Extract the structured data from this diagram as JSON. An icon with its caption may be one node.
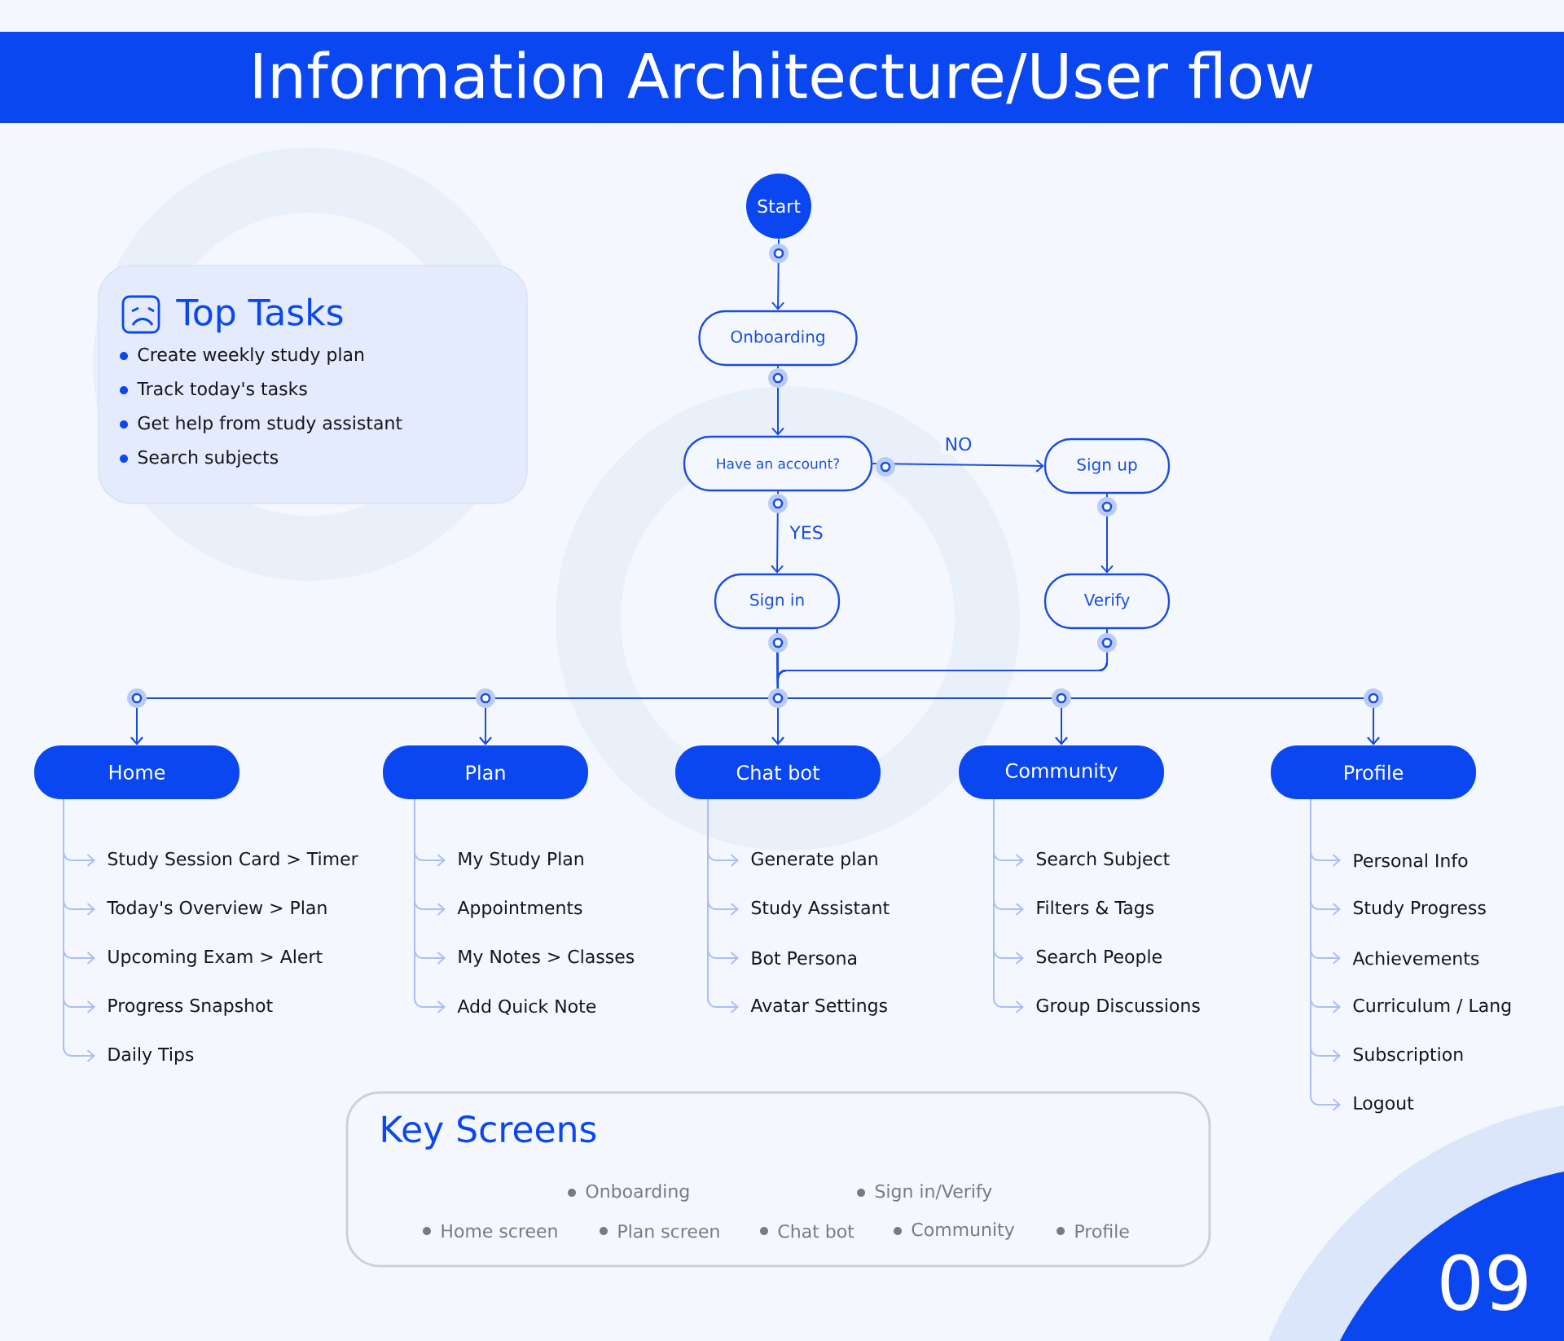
{
  "diagram": {
    "title": "Information Architecture/User flow",
    "nodes": [
      {
        "text": [
          "Top Tasks",
          "Create weekly study plan",
          "Track today's tasks",
          "Get help from study assistant",
          "Search subjects"
        ]
      },
      {
        "text": [
          "Start"
        ]
      },
      {
        "text": [
          "Onboarding"
        ]
      },
      {
        "text": [
          "Have an account?"
        ]
      },
      {
        "text": [
          "Sign up"
        ]
      },
      {
        "text": [
          "Sign in"
        ]
      },
      {
        "text": [
          "Verify"
        ]
      },
      {
        "text": [
          "Home"
        ]
      },
      {
        "text": [
          "Plan"
        ]
      },
      {
        "text": [
          "Chat bot"
        ]
      },
      {
        "text": [
          "Community"
        ]
      },
      {
        "text": [
          "Profile"
        ]
      },
      {
        "text": [
          "Study Session Card > Timer"
        ]
      },
      {
        "text": [
          "Today's Overview > Plan"
        ]
      },
      {
        "text": [
          "Upcoming Exam > Alert"
        ]
      },
      {
        "text": [
          "Progress Snapshot"
        ]
      },
      {
        "text": [
          "Daily Tips"
        ]
      },
      {
        "text": [
          "My Study Plan"
        ]
      },
      {
        "text": [
          "Appointments"
        ]
      },
      {
        "text": [
          "My Notes > Classes"
        ]
      },
      {
        "text": [
          "Add Quick Note"
        ]
      },
      {
        "text": [
          "Generate plan"
        ]
      },
      {
        "text": [
          "Study Assistant"
        ]
      },
      {
        "text": [
          "Bot Persona"
        ]
      },
      {
        "text": [
          "Avatar Settings"
        ]
      },
      {
        "text": [
          "Search Subject"
        ]
      },
      {
        "text": [
          "Filters & Tags"
        ]
      },
      {
        "text": [
          "Search People"
        ]
      },
      {
        "text": [
          "Group Discussions"
        ]
      },
      {
        "text": [
          "Personal Info"
        ]
      },
      {
        "text": [
          "Study Progress"
        ]
      },
      {
        "text": [
          "Achievements"
        ]
      },
      {
        "text": [
          "Curriculum / Lang"
        ]
      },
      {
        "text": [
          "Subscription"
        ]
      },
      {
        "text": [
          "Logout"
        ]
      },
      {
        "text": [
          "Key Screens",
          "Onboarding",
          "Sign in/Verify",
          "Home screen",
          "Plan screen",
          "Chat bot",
          "Community",
          "Profile"
        ]
      },
      {
        "text": [
          "09"
        ]
      }
    ],
    "edges": [
      {
        "from": 1,
        "to": 2,
        "arrow": "to",
        "color": "#1a4de0"
      },
      {
        "from": 2,
        "to": 3,
        "arrow": "to",
        "color": "#1a4de0"
      },
      {
        "from": 3,
        "to": 4,
        "arrow": "to",
        "label": "NO",
        "color": "#1a4de0"
      },
      {
        "from": 3,
        "to": 5,
        "arrow": "to",
        "label": "YES",
        "color": "#1a4de0"
      },
      {
        "from": 4,
        "to": 6,
        "arrow": "to",
        "color": "#1a4de0"
      },
      {
        "from": 5,
        "to": 7,
        "arrow": "to",
        "color": "#1a4de0"
      },
      {
        "from": 5,
        "to": 8,
        "arrow": "to",
        "color": "#1a4de0"
      },
      {
        "from": 5,
        "to": 9,
        "arrow": "to",
        "color": "#1a4de0"
      },
      {
        "from": 5,
        "to": 10,
        "arrow": "to",
        "color": "#1a4de0"
      },
      {
        "from": 5,
        "to": 11,
        "arrow": "to",
        "color": "#1a4de0"
      },
      {
        "from": 6,
        "to": 7,
        "arrow": "to",
        "color": "#1a4de0"
      },
      {
        "from": 6,
        "to": 8,
        "arrow": "to",
        "color": "#1a4de0"
      },
      {
        "from": 6,
        "to": 9,
        "arrow": "to",
        "color": "#1a4de0"
      },
      {
        "from": 6,
        "to": 10,
        "arrow": "to",
        "color": "#1a4de0"
      },
      {
        "from": 6,
        "to": 11,
        "arrow": "to",
        "color": "#1a4de0"
      },
      {
        "from": 7,
        "to": 12,
        "arrow": "to"
      },
      {
        "from": 7,
        "to": 13,
        "arrow": "to"
      },
      {
        "from": 7,
        "to": 14,
        "arrow": "to"
      },
      {
        "from": 7,
        "to": 15,
        "arrow": "to"
      },
      {
        "from": 7,
        "to": 16,
        "arrow": "to"
      },
      {
        "from": 8,
        "to": 17,
        "arrow": "to"
      },
      {
        "from": 8,
        "to": 18,
        "arrow": "to"
      },
      {
        "from": 8,
        "to": 19,
        "arrow": "to"
      },
      {
        "from": 8,
        "to": 20,
        "arrow": "to"
      },
      {
        "from": 9,
        "to": 21,
        "arrow": "to"
      },
      {
        "from": 9,
        "to": 22,
        "arrow": "to"
      },
      {
        "from": 9,
        "to": 23,
        "arrow": "to"
      },
      {
        "from": 9,
        "to": 24,
        "arrow": "to"
      },
      {
        "from": 10,
        "to": 25,
        "arrow": "to"
      },
      {
        "from": 10,
        "to": 26,
        "arrow": "to"
      },
      {
        "from": 10,
        "to": 27,
        "arrow": "to"
      },
      {
        "from": 10,
        "to": 28,
        "arrow": "to"
      },
      {
        "from": 11,
        "to": 29,
        "arrow": "to"
      },
      {
        "from": 11,
        "to": 30,
        "arrow": "to"
      },
      {
        "from": 11,
        "to": 31,
        "arrow": "to"
      },
      {
        "from": 11,
        "to": 32,
        "arrow": "to"
      },
      {
        "from": 11,
        "to": 33,
        "arrow": "to"
      },
      {
        "from": 11,
        "to": 34,
        "arrow": "to"
      }
    ]
  }
}
